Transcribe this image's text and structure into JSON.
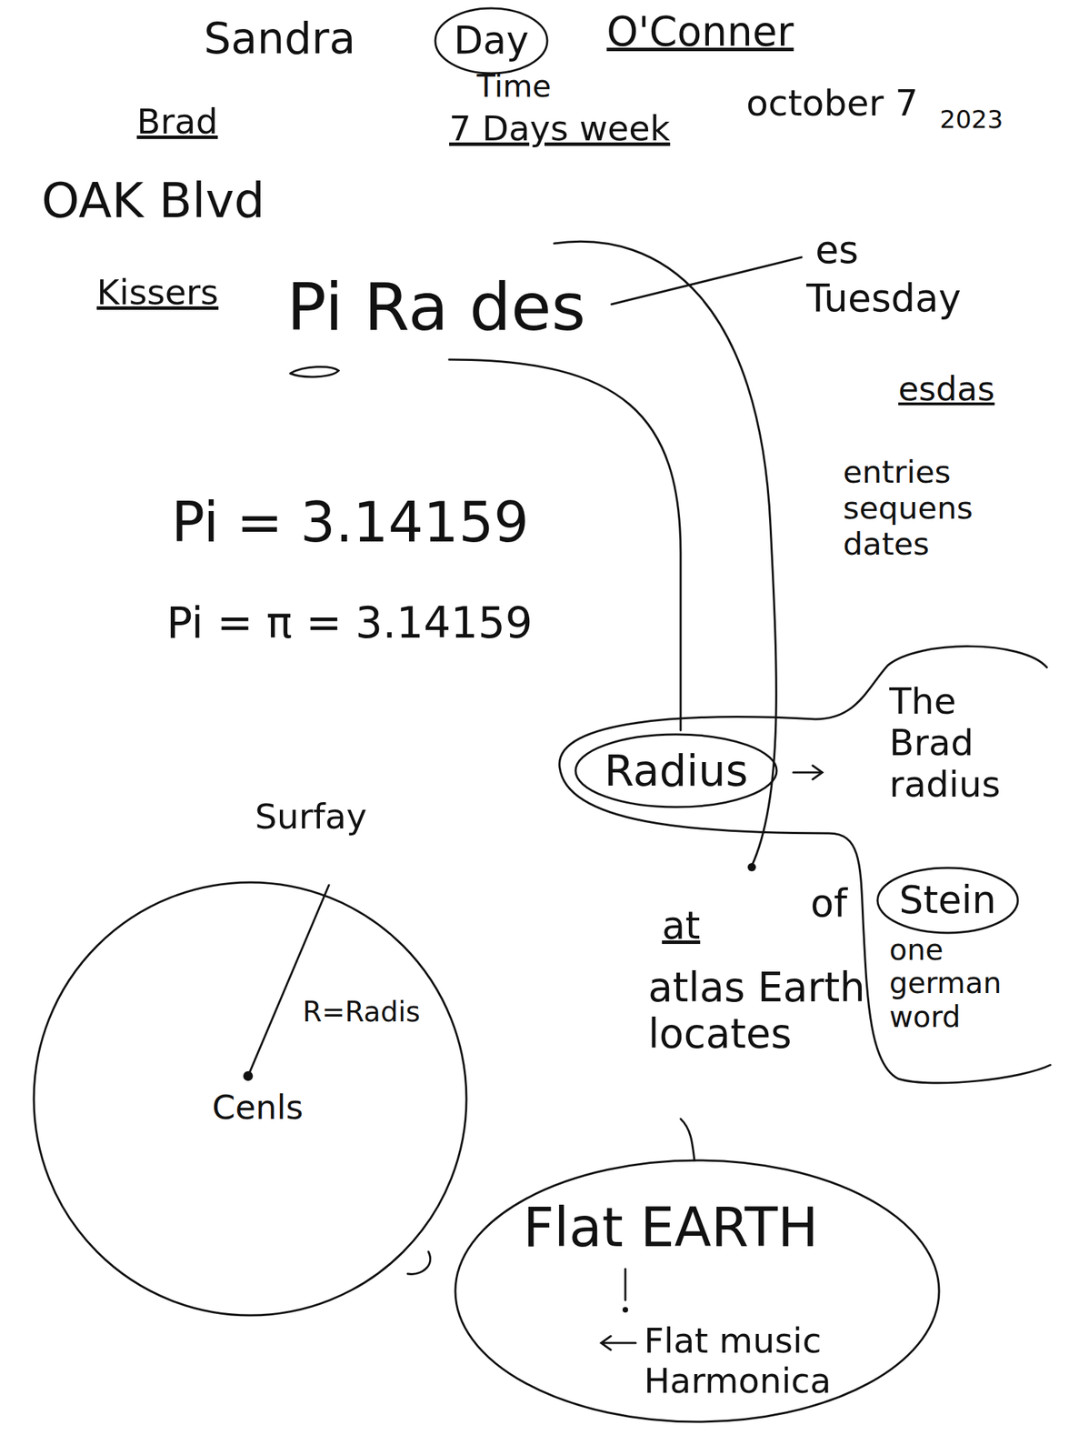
{
  "diagram": {
    "nodes": [
      {
        "text": [
          "Day"
        ]
      },
      {
        "text": [
          "Radius"
        ]
      },
      {
        "text": [
          "Stein"
        ]
      },
      {
        "text": [
          "Surfay",
          "R=Radis",
          "Cenls"
        ]
      },
      {
        "text": [
          "Flat EARTH",
          "Flat music Harmonica"
        ]
      }
    ],
    "labels": [
      "Sandra",
      "O'Conner",
      "Brad",
      "Time",
      "7 Days week",
      "october 7",
      "2023",
      "OAK Blvd",
      "Kissers",
      "Pi Ra des",
      "es",
      "Tuesday",
      "esdas",
      "entries sequens dates",
      "Pi = 3.14159",
      "Pi = π = 3.14159",
      "The Brad radius",
      "of",
      "one german word",
      "at",
      "atlas Earth locates"
    ]
  }
}
